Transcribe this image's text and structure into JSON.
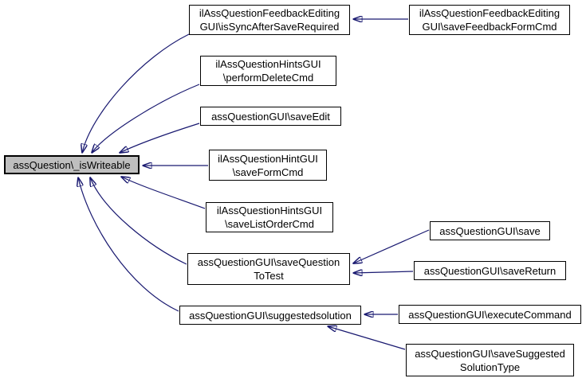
{
  "colors": {
    "edge": "#191970",
    "focus_node_fill": "#bfbfbf",
    "node_fill": "#ffffff",
    "node_border": "#000000",
    "background": "#ffffff"
  },
  "nodes": {
    "main": {
      "label": "assQuestion\\_isWriteable"
    },
    "feedback_sync": {
      "label": "ilAssQuestionFeedbackEditing\nGUI\\isSyncAfterSaveRequired"
    },
    "hints_perform_delete": {
      "label": "ilAssQuestionHintsGUI\n\\performDeleteCmd"
    },
    "save_edit": {
      "label": "assQuestionGUI\\saveEdit"
    },
    "hint_save_form": {
      "label": "ilAssQuestionHintGUI\n\\saveFormCmd"
    },
    "hints_save_list_order": {
      "label": "ilAssQuestionHintsGUI\n\\saveListOrderCmd"
    },
    "save_question_to_test": {
      "label": "assQuestionGUI\\saveQuestion\nToTest"
    },
    "suggestedsolution": {
      "label": "assQuestionGUI\\suggestedsolution"
    },
    "feedback_save_form": {
      "label": "ilAssQuestionFeedbackEditing\nGUI\\saveFeedbackFormCmd"
    },
    "save": {
      "label": "assQuestionGUI\\save"
    },
    "save_return": {
      "label": "assQuestionGUI\\saveReturn"
    },
    "execute_command": {
      "label": "assQuestionGUI\\executeCommand"
    },
    "save_suggested_solution_type": {
      "label": "assQuestionGUI\\saveSuggested\nSolutionType"
    }
  },
  "edges": [
    {
      "from": "feedback_sync",
      "to": "main"
    },
    {
      "from": "hints_perform_delete",
      "to": "main"
    },
    {
      "from": "save_edit",
      "to": "main"
    },
    {
      "from": "hint_save_form",
      "to": "main"
    },
    {
      "from": "hints_save_list_order",
      "to": "main"
    },
    {
      "from": "save_question_to_test",
      "to": "main"
    },
    {
      "from": "suggestedsolution",
      "to": "main"
    },
    {
      "from": "feedback_save_form",
      "to": "feedback_sync"
    },
    {
      "from": "save",
      "to": "save_question_to_test"
    },
    {
      "from": "save_return",
      "to": "save_question_to_test"
    },
    {
      "from": "execute_command",
      "to": "suggestedsolution"
    },
    {
      "from": "save_suggested_solution_type",
      "to": "suggestedsolution"
    }
  ]
}
